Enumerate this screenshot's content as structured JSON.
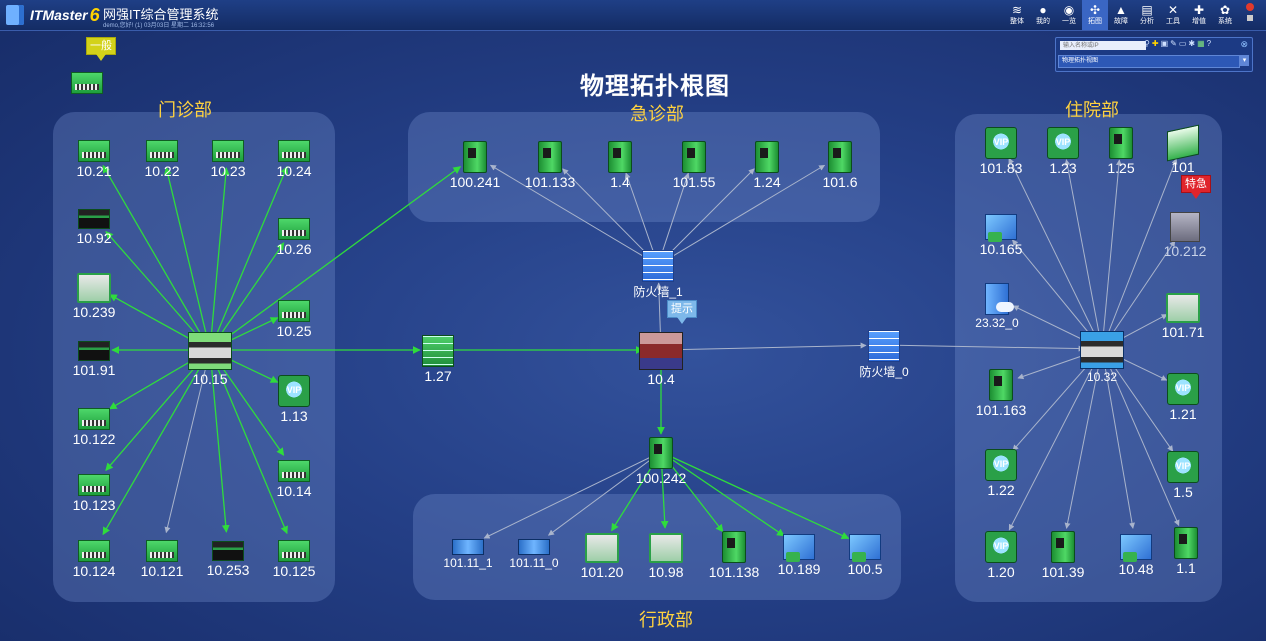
{
  "app": {
    "brand": "ITMaster",
    "brand_version": "6",
    "title": "网强IT综合管理系统",
    "user_line": "demo,您好! (1) 03月03日 星期二 16:32:56"
  },
  "menu": [
    {
      "key": "overview",
      "label": "整体",
      "icon": "layers-icon",
      "glyph": "≋"
    },
    {
      "key": "mine",
      "label": "我的",
      "icon": "user-icon",
      "glyph": "●"
    },
    {
      "key": "one",
      "label": "一览",
      "icon": "grid-icon",
      "glyph": "◉"
    },
    {
      "key": "topology",
      "label": "拓图",
      "icon": "topology-icon",
      "glyph": "✣",
      "active": true
    },
    {
      "key": "fault",
      "label": "故障",
      "icon": "warning-icon",
      "glyph": "▲"
    },
    {
      "key": "analysis",
      "label": "分析",
      "icon": "chart-icon",
      "glyph": "▤"
    },
    {
      "key": "tools",
      "label": "工具",
      "icon": "tools-icon",
      "glyph": "✕"
    },
    {
      "key": "plus",
      "label": "增值",
      "icon": "plus-icon",
      "glyph": "✚"
    },
    {
      "key": "system",
      "label": "系统",
      "icon": "gear-icon",
      "glyph": "✿"
    }
  ],
  "panel": {
    "search_placeholder": "输入名称或IP",
    "view_select": "物理拓扑视图"
  },
  "diagram": {
    "title": "物理拓扑根图",
    "groups": {
      "outpatient": "门诊部",
      "emergency": "急诊部",
      "inpatient": "住院部",
      "admin": "行政部"
    },
    "callouts": {
      "normal": "一般",
      "hint": "提示",
      "urgent": "特急"
    },
    "nodes": {
      "n_10_21": "10.21",
      "n_10_22": "10.22",
      "n_10_23": "10.23",
      "n_10_24": "10.24",
      "n_10_92": "10.92",
      "n_10_26": "10.26",
      "n_10_239": "10.239",
      "n_10_25": "10.25",
      "n_101_91": "101.91",
      "n_10_15": "10.15",
      "n_1_13": "1.13",
      "n_10_122": "10.122",
      "n_10_14": "10.14",
      "n_10_123": "10.123",
      "n_10_124": "10.124",
      "n_10_121": "10.121",
      "n_10_253": "10.253",
      "n_10_125": "10.125",
      "n_100_241": "100.241",
      "n_101_133": "101.133",
      "n_1_4": "1.4",
      "n_101_55": "101.55",
      "n_1_24": "1.24",
      "n_101_6": "101.6",
      "n_fw1": "防火墙_1",
      "n_1_27": "1.27",
      "n_10_4": "10.4",
      "n_fw0": "防火墙_0",
      "n_100_242": "100.242",
      "n_101_11_1": "101.11_1",
      "n_101_11_0": "101.11_0",
      "n_101_20": "101.20",
      "n_10_98": "10.98",
      "n_101_138": "101.138",
      "n_10_189": "10.189",
      "n_100_5": "100.5",
      "n_101_83": "101.83",
      "n_1_23": "1.23",
      "n_1_25": "1.25",
      "n_101_x": "101",
      "n_10_165": "10.165",
      "n_10_212": "10.212",
      "n_23_32_0": "23.32_0",
      "n_101_71": "101.71",
      "n_10_32": "10.32",
      "n_101_163": "101.163",
      "n_1_21": "1.21",
      "n_1_22": "1.22",
      "n_1_5": "1.5",
      "n_1_20": "1.20",
      "n_101_39": "101.39",
      "n_10_48": "10.48",
      "n_1_1": "1.1"
    }
  },
  "colors": {
    "link_green": "#2fdc3c",
    "link_gray": "#a9b4cc",
    "group_label": "#ffd23f",
    "background": "#243f86"
  }
}
